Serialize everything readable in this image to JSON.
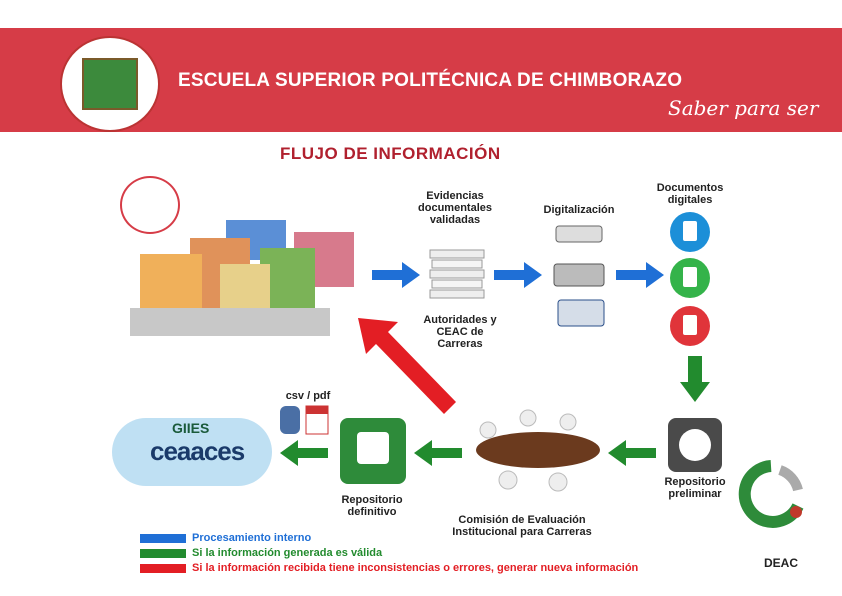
{
  "header": {
    "institution": "ESCUELA SUPERIOR POLITÉCNICA  DE  CHIMBORAZO",
    "motto": "Saber para ser"
  },
  "diagram": {
    "title": "FLUJO DE INFORMACIÓN",
    "labels": {
      "evidencias": [
        "Evidencias",
        "documentales",
        "validadas"
      ],
      "digitalizacion": "Digitalización",
      "documentos": [
        "Documentos",
        "digitales"
      ],
      "autoridades": [
        "Autoridades y",
        "CEAC de",
        "Carreras"
      ],
      "csv_pdf": "csv / pdf",
      "repositorio_definitivo": [
        "Repositorio",
        "definitivo"
      ],
      "comision": [
        "Comisión de Evaluación",
        "Institucional para Carreras"
      ],
      "repositorio_preliminar": [
        "Repositorio",
        "preliminar"
      ],
      "giies": "GIIES",
      "ceaaces": "ceaaces",
      "deac": "DEAC"
    }
  },
  "legend": [
    {
      "color": "#1f6fd6",
      "label": "Procesamiento interno"
    },
    {
      "color": "#228b2e",
      "label": "Si la información generada es válida"
    },
    {
      "color": "#e31e24",
      "label": "Si la información recibida tiene inconsistencias o errores, generar nueva información"
    }
  ],
  "colors": {
    "header": "#d63c47",
    "blue_arrow": "#1f6fd6",
    "green_arrow": "#228b2e",
    "red_arrow": "#e31e24"
  }
}
